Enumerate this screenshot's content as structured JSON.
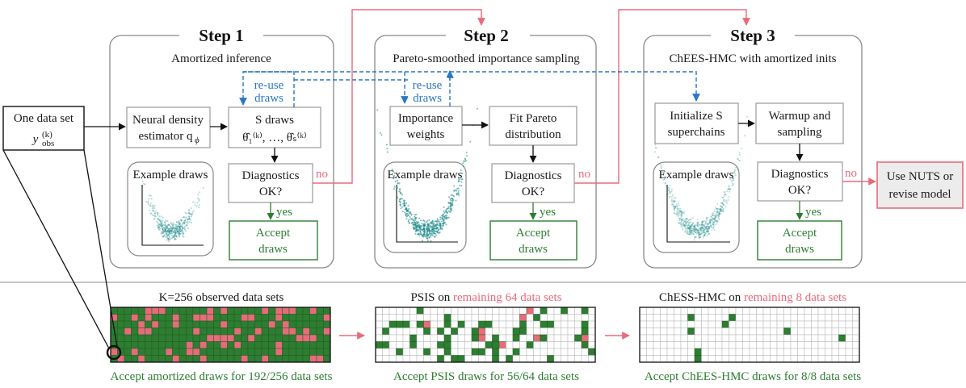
{
  "steps": [
    {
      "title": "Step 1",
      "subtitle": "Amortized inference"
    },
    {
      "title": "Step 2",
      "subtitle": "Pareto-smoothed importance sampling"
    },
    {
      "title": "Step 3",
      "subtitle": "ChEES-HMC with amortized inits"
    }
  ],
  "input": {
    "line1": "One data set",
    "line2": "y",
    "sup": "(k)",
    "sub": "obs"
  },
  "step1": {
    "estimator": [
      "Neural density",
      "estimator q"
    ],
    "estimator_sub": "ϕ",
    "draws": [
      "S draws",
      "θ̂₁⁽ᵏ⁾, …, θ̂ₛ⁽ᵏ⁾"
    ],
    "diag": [
      "Diagnostics",
      "OK?"
    ],
    "accept": [
      "Accept",
      "draws"
    ],
    "example": "Example draws"
  },
  "step2": {
    "weights": [
      "Importance",
      "weights"
    ],
    "pareto": [
      "Fit Pareto",
      "distribution"
    ],
    "diag": [
      "Diagnostics",
      "OK?"
    ],
    "accept": [
      "Accept",
      "draws"
    ],
    "example": "Example draws"
  },
  "step3": {
    "init": [
      "Initialize S",
      "superchains"
    ],
    "warmup": [
      "Warmup and",
      "sampling"
    ],
    "diag": [
      "Diagnostics",
      "OK?"
    ],
    "accept": [
      "Accept",
      "draws"
    ],
    "example": "Example draws"
  },
  "reuse": [
    "re-use",
    "draws"
  ],
  "no_label": "no",
  "yes_label": "yes",
  "nuts": [
    "Use NUTS or",
    "revise model"
  ],
  "grids": [
    {
      "title_black": "K=256 observed data sets",
      "title_pink": "",
      "caption": "Accept amortized draws for 192/256 data sets",
      "rows": 8,
      "cols": 32,
      "accepted": 192,
      "rejected": 64
    },
    {
      "title_black": "PSIS on ",
      "title_pink": "remaining 64 data sets",
      "caption": "Accept PSIS draws for 56/64 data sets",
      "rows": 8,
      "cols": 32,
      "accepted": 56,
      "rejected": 8
    },
    {
      "title_black": "ChESS-HMC on ",
      "title_pink": "remaining 8 data sets",
      "caption": "Accept ChEES-HMC draws for 8/8 data sets",
      "rows": 8,
      "cols": 32,
      "accepted": 8,
      "rejected": 0
    }
  ],
  "colors": {
    "accept": "#2e7d32",
    "reject": "#e86b7a",
    "reuse": "#2a77c4",
    "grid_line": "#b5b5b5"
  }
}
